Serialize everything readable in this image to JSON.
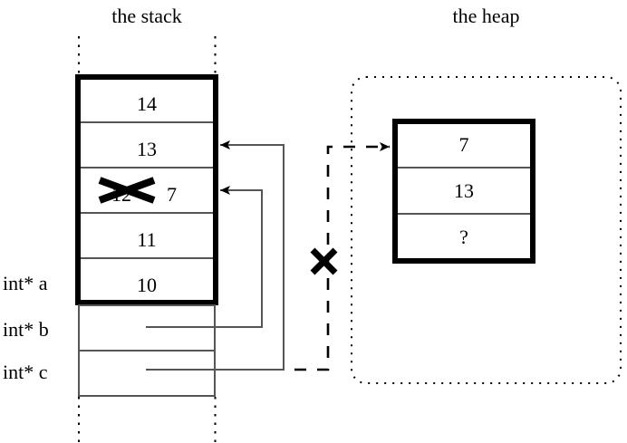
{
  "diagram": {
    "title_stack": "the stack",
    "title_heap": "the heap",
    "stack": {
      "cells": [
        {
          "value": "14",
          "name": "stack-cell-14"
        },
        {
          "value": "13",
          "name": "stack-cell-13"
        },
        {
          "value": "12",
          "overwritten_value": "7",
          "name": "stack-cell-12-crossed"
        },
        {
          "value": "11",
          "name": "stack-cell-11"
        },
        {
          "value": "10",
          "name": "stack-cell-10"
        }
      ],
      "pointer_cells": [
        {
          "label": "int* b",
          "name": "stack-cell-ptr-b"
        },
        {
          "label": "int* c",
          "name": "stack-cell-ptr-c"
        }
      ],
      "var_labels": [
        {
          "text": "int* a",
          "name": "var-label-a"
        },
        {
          "text": "int* b",
          "name": "var-label-b"
        },
        {
          "text": "int* c",
          "name": "var-label-c"
        }
      ]
    },
    "heap": {
      "cells": [
        {
          "value": "7",
          "name": "heap-cell-7"
        },
        {
          "value": "13",
          "name": "heap-cell-13"
        },
        {
          "value": "?",
          "name": "heap-cell-unknown"
        }
      ]
    },
    "annotations": {
      "cross_out_value": "12",
      "invalidated_pointer_marker": "x-mark"
    },
    "colors": {
      "ink": "#000000",
      "rule": "#555555",
      "background": "#ffffff"
    }
  }
}
